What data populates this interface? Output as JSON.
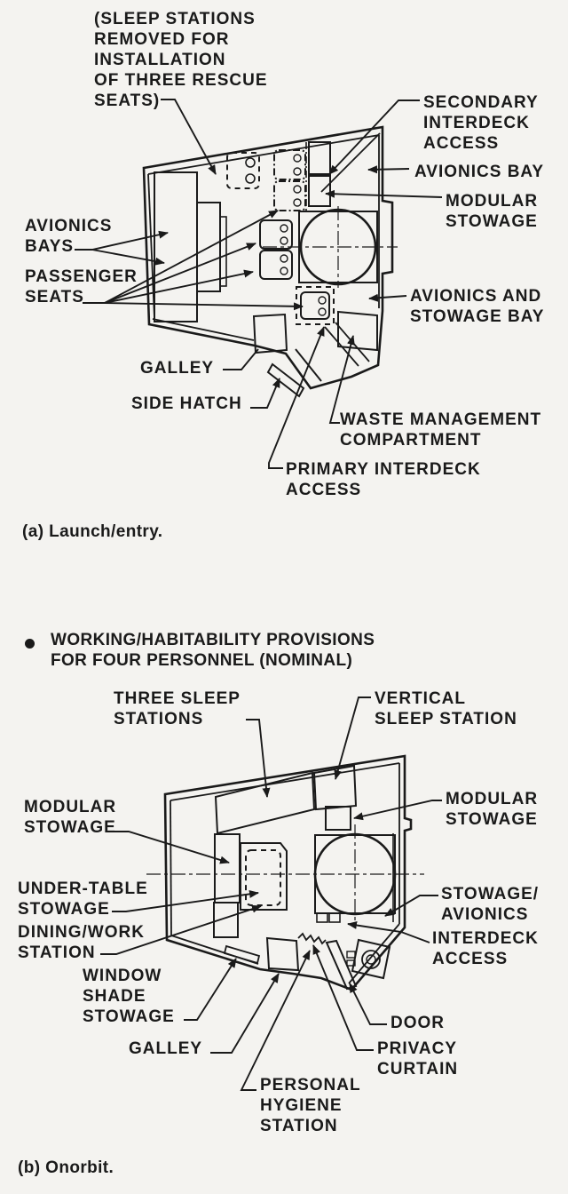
{
  "colors": {
    "paper": "#f4f3f0",
    "ink": "#1a1a1a"
  },
  "figure_a": {
    "caption": "(a) Launch/entry.",
    "labels": {
      "sleep_note": "(SLEEP STATIONS\nREMOVED FOR\nINSTALLATION\nOF THREE RESCUE\nSEATS)",
      "secondary_interdeck": "SECONDARY\nINTERDECK\nACCESS",
      "avionics_bay": "AVIONICS BAY",
      "modular_stowage": "MODULAR\nSTOWAGE",
      "avionics_bays": "AVIONICS\nBAYS",
      "passenger_seats": "PASSENGER\nSEATS",
      "avionics_stowage_bay": "AVIONICS AND\nSTOWAGE BAY",
      "galley": "GALLEY",
      "side_hatch": "SIDE HATCH",
      "waste_mgmt": "WASTE MANAGEMENT\nCOMPARTMENT",
      "primary_interdeck": "PRIMARY INTERDECK\nACCESS"
    }
  },
  "section_b_header": "WORKING/HABITABILITY PROVISIONS\nFOR FOUR PERSONNEL (NOMINAL)",
  "figure_b": {
    "caption": "(b) Onorbit.",
    "labels": {
      "three_sleep": "THREE SLEEP\nSTATIONS",
      "vertical_sleep": "VERTICAL\nSLEEP STATION",
      "modular_stowage_left": "MODULAR\nSTOWAGE",
      "modular_stowage_right": "MODULAR\nSTOWAGE",
      "under_table": "UNDER-TABLE\nSTOWAGE",
      "dining_work": "DINING/WORK\nSTATION",
      "stowage_avionics": "STOWAGE/\nAVIONICS",
      "interdeck_access": "INTERDECK\nACCESS",
      "window_shade": "WINDOW\nSHADE\nSTOWAGE",
      "door": "DOOR",
      "galley": "GALLEY",
      "privacy_curtain": "PRIVACY\nCURTAIN",
      "personal_hygiene": "PERSONAL\nHYGIENE\nSTATION"
    }
  }
}
